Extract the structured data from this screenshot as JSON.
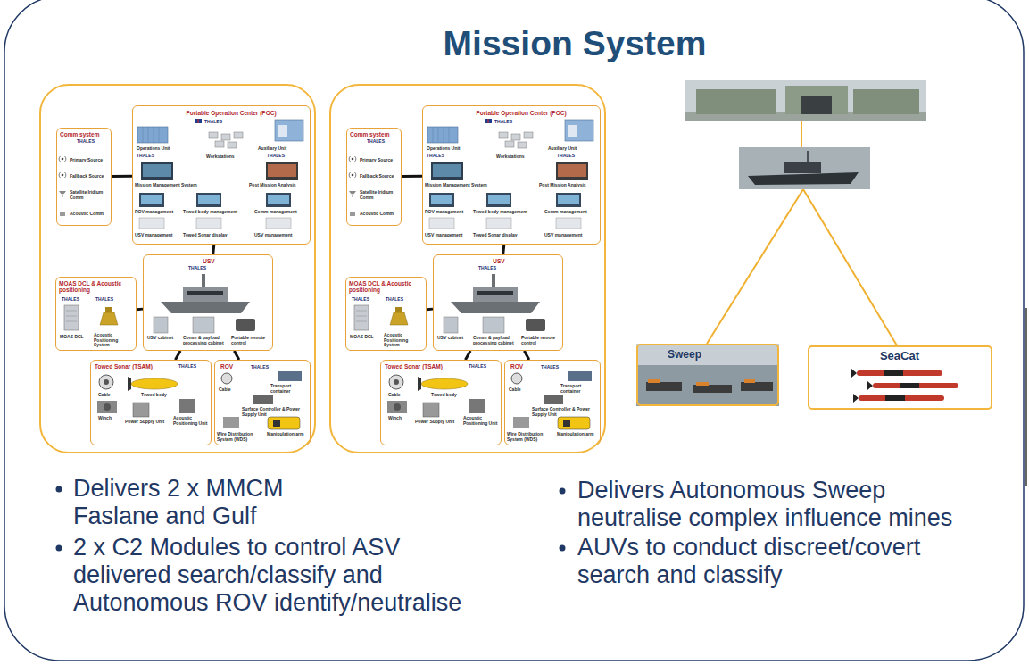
{
  "diagram": {
    "title": "Mission System",
    "nodes": [
      {
        "text": [
          "Comm system",
          "THALES",
          "Primary Source",
          "Fallback Source",
          "Satellite Iridium Comm",
          "Acoustic Comm"
        ]
      },
      {
        "text": [
          "Portable Operation Center (POC)",
          "THALES",
          "Operations Unit",
          "THALES",
          "Auxiliary Unit",
          "THALES",
          "Workstations",
          "Mission Management System",
          "Post Mission Analysis",
          "ROV management",
          "Towed body management",
          "Comm management",
          "USV management",
          "Towed Sonar display",
          "USV management"
        ]
      },
      {
        "text": [
          "MOAS DCL & Acoustic positioning",
          "THALES",
          "THALES",
          "MOAS DCL",
          "Acoustic Positioning System"
        ]
      },
      {
        "text": [
          "USV",
          "THALES",
          "USV cabinet",
          "Comm & payload processing cabinet",
          "Portable remote control"
        ]
      },
      {
        "text": [
          "Towed Sonar (TSAM)",
          "THALES",
          "Cable",
          "Towed body",
          "Winch",
          "Power Supply Unit",
          "Acoustic Positioning Unit"
        ]
      },
      {
        "text": [
          "ROV",
          "THALES",
          "Cable",
          "Transport container",
          "Surface Controller & Power Supply Unit",
          "Wire Distribution System (WDS)",
          "Manipulation arm"
        ]
      },
      {
        "text": [
          "Comm system",
          "THALES",
          "Primary Source",
          "Fallback Source",
          "Satellite Iridium Comm",
          "Acoustic Comm"
        ]
      },
      {
        "text": [
          "Portable Operation Center (POC)",
          "THALES",
          "Operations Unit",
          "THALES",
          "Auxiliary Unit",
          "THALES",
          "Workstations",
          "Mission Management System",
          "Post Mission Analysis",
          "ROV management",
          "Towed body management",
          "Comm management",
          "USV management",
          "Towed Sonar display",
          "USV management"
        ]
      },
      {
        "text": [
          "MOAS DCL & Acoustic positioning",
          "THALES",
          "THALES",
          "MOAS DCL",
          "Acoustic Positioning System"
        ]
      },
      {
        "text": [
          "USV",
          "THALES",
          "USV cabinet",
          "Comm & payload processing cabinet",
          "Portable remote control"
        ]
      },
      {
        "text": [
          "Towed Sonar (TSAM)",
          "THALES",
          "Cable",
          "Towed body",
          "Winch",
          "Power Supply Unit",
          "Acoustic Positioning Unit"
        ]
      },
      {
        "text": [
          "ROV",
          "THALES",
          "Cable",
          "Transport container",
          "Surface Controller & Power Supply Unit",
          "Wire Distribution System (WDS)",
          "Manipulation arm"
        ]
      },
      {
        "text": [
          "Sweep"
        ]
      },
      {
        "text": [
          "SeaCat"
        ]
      }
    ],
    "edges": [
      {
        "from": 0,
        "to": 1,
        "arrow": "none"
      },
      {
        "from": 1,
        "to": 3,
        "arrow": "none"
      },
      {
        "from": 2,
        "to": 3,
        "arrow": "none"
      },
      {
        "from": 3,
        "to": 4,
        "arrow": "none"
      },
      {
        "from": 3,
        "to": 5,
        "arrow": "none"
      },
      {
        "from": 6,
        "to": 7,
        "arrow": "none"
      },
      {
        "from": 7,
        "to": 9,
        "arrow": "none"
      },
      {
        "from": 8,
        "to": 9,
        "arrow": "none"
      },
      {
        "from": 9,
        "to": 10,
        "arrow": "none"
      },
      {
        "from": 9,
        "to": 11,
        "arrow": "none"
      }
    ],
    "labels": [
      "Delivers 2 x MMCM Faslane and Gulf",
      "2 x C2 Modules to control ASV delivered search/classify and Autonomous ROV identify/neutralise",
      "Delivers Autonomous Sweep neutralise complex influence mines",
      "AUVs to conduct discreet/covert search and classify"
    ]
  }
}
